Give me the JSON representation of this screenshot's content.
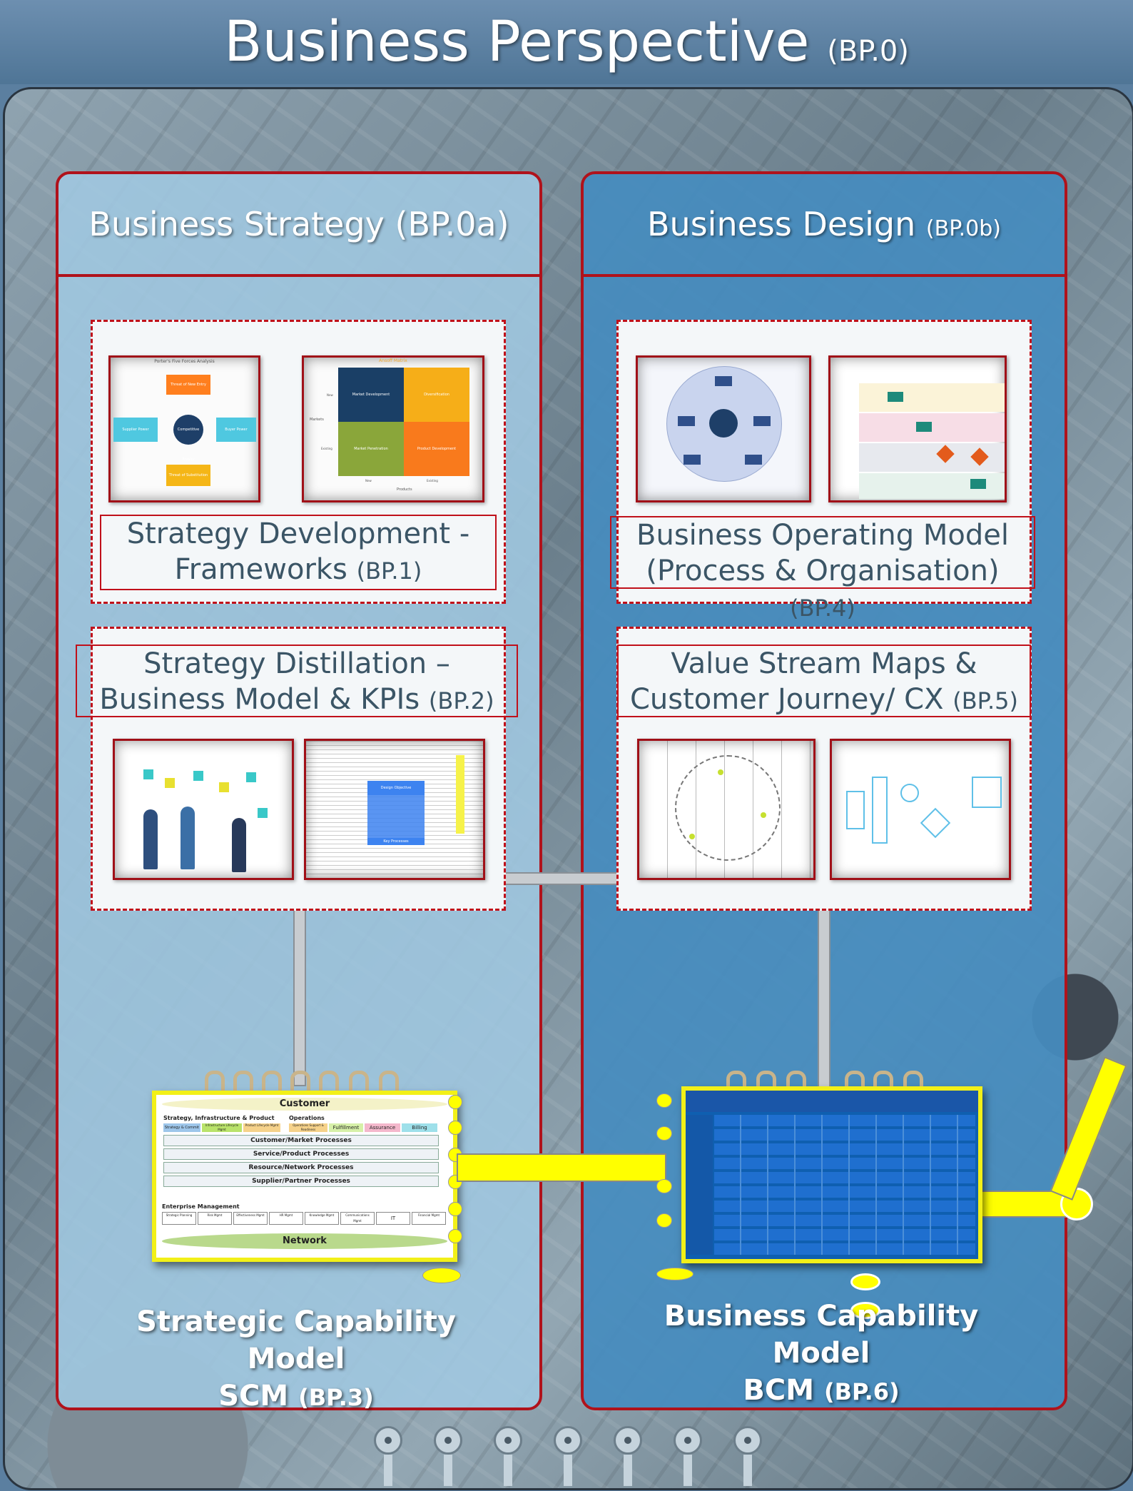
{
  "header": {
    "title": "Business Perspective",
    "code": "(BP.0)"
  },
  "columns": [
    {
      "title": "Business Strategy",
      "code": "(BP.0a)"
    },
    {
      "title": "Business Design",
      "code": "(BP.0b)"
    }
  ],
  "panels": {
    "bp1": {
      "line1": "Strategy Development -",
      "line2": "Frameworks",
      "code": "(BP.1)"
    },
    "bp2": {
      "line1": "Strategy Distillation –",
      "line2": "Business Model & KPIs",
      "code": "(BP.2)"
    },
    "bp4": {
      "line1": "Business Operating Model",
      "line2": "(Process & Organisation)",
      "code": "(BP.4)"
    },
    "bp5": {
      "line1": "Value Stream Maps &",
      "line2": "Customer Journey/ CX",
      "code": "(BP.5)"
    }
  },
  "thumbnails": {
    "porter": {
      "title": "Porter's Five Forces Analysis",
      "top": "Threat of New Entry",
      "left": "Supplier Power",
      "center": "Competitive Rivalry",
      "right": "Buyer Power",
      "bottom": "Threat of Substitution"
    },
    "ansoff": {
      "title": "Ansoff Matrix",
      "q1": "Market Development",
      "q2": "Diversification",
      "q3": "Market Penetration",
      "q4": "Product Development",
      "ylabel": "Markets",
      "xlabel": "Products",
      "ynew": "New",
      "yexisting": "Existing",
      "xnew": "New",
      "xexisting": "Existing"
    },
    "canvas": {
      "c1": "Design Objective",
      "c2": "Key Processes"
    }
  },
  "scm": {
    "customer": "Customer",
    "sip": "Strategy, Infrastructure & Product",
    "operations": "Operations",
    "sc1": "Strategy & Commit",
    "sc2": "Infrastructure Lifecycle Mgmt",
    "sc3": "Product Lifecycle Mgmt",
    "op1": "Operations Support & Readiness",
    "op2": "Fulfillment",
    "op3": "Assurance",
    "op4": "Billing",
    "rows": [
      "Customer/Market Processes",
      "Service/Product Processes",
      "Resource/Network Processes",
      "Supplier/Partner Processes"
    ],
    "em": "Enterprise Management",
    "em_items": [
      "Strategic Planning",
      "Risk Mgmt",
      "Effectiveness Mgmt",
      "HR Mgmt",
      "Knowledge Mgmt",
      "Communications Mgmt",
      "IT",
      "Financial Mgmt"
    ],
    "network": "Network",
    "title_line1": "Strategic Capability Model",
    "title_line2": "SCM",
    "code": "(BP.3)"
  },
  "bcm": {
    "title_line1": "Business Capability Model",
    "title_line2": "BCM",
    "code": "(BP.6)"
  }
}
